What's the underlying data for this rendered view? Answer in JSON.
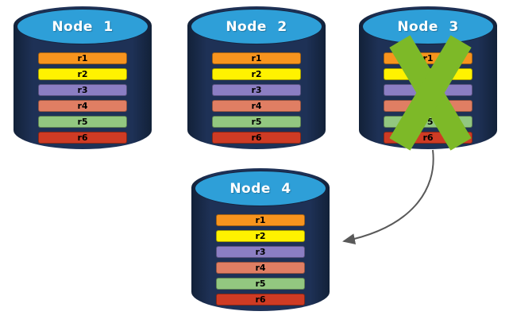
{
  "diagram": {
    "description": "Database replication failover diagram",
    "nodes": [
      {
        "title": "Node 1",
        "failed": false,
        "rows": [
          {
            "label": "r1",
            "color": "#F7941E"
          },
          {
            "label": "r2",
            "color": "#FFF200"
          },
          {
            "label": "r3",
            "color": "#8B7EC3"
          },
          {
            "label": "r4",
            "color": "#E07E63"
          },
          {
            "label": "r5",
            "color": "#92C780"
          },
          {
            "label": "r6",
            "color": "#CE3B24"
          }
        ]
      },
      {
        "title": "Node 2",
        "failed": false,
        "rows": [
          {
            "label": "r1",
            "color": "#F7941E"
          },
          {
            "label": "r2",
            "color": "#FFF200"
          },
          {
            "label": "r3",
            "color": "#8B7EC3"
          },
          {
            "label": "r4",
            "color": "#E07E63"
          },
          {
            "label": "r5",
            "color": "#92C780"
          },
          {
            "label": "r6",
            "color": "#CE3B24"
          }
        ]
      },
      {
        "title": "Node 3",
        "failed": true,
        "rows": [
          {
            "label": "r1",
            "color": "#F7941E"
          },
          {
            "label": "r2",
            "color": "#FFF200"
          },
          {
            "label": "r3",
            "color": "#8B7EC3"
          },
          {
            "label": "r4",
            "color": "#E07E63"
          },
          {
            "label": "r5",
            "color": "#92C780"
          },
          {
            "label": "r6",
            "color": "#CE3B24"
          }
        ]
      },
      {
        "title": "Node 4",
        "failed": false,
        "rows": [
          {
            "label": "r1",
            "color": "#F7941E"
          },
          {
            "label": "r2",
            "color": "#FFF200"
          },
          {
            "label": "r3",
            "color": "#8B7EC3"
          },
          {
            "label": "r4",
            "color": "#E07E63"
          },
          {
            "label": "r5",
            "color": "#92C780"
          },
          {
            "label": "r6",
            "color": "#CE3B24"
          }
        ]
      }
    ],
    "arrow": {
      "from": "Node 3",
      "to": "Node 4",
      "color": "#595959"
    },
    "x_mark": {
      "color": "#7DB928"
    }
  },
  "colors": {
    "cylinder_body": "#1E3156",
    "cylinder_top": "#2E9FD8",
    "title_text": "#FFFFFF",
    "row_text": "#000000",
    "background": "#FFFFFF"
  }
}
